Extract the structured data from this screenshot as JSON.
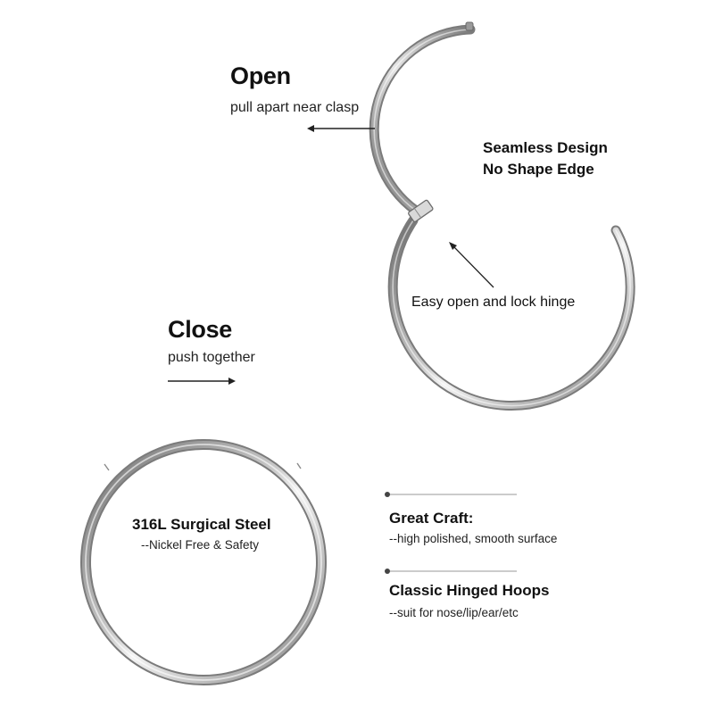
{
  "open": {
    "title": "Open",
    "hint": "pull apart near clasp"
  },
  "close": {
    "title": "Close",
    "hint": "push together"
  },
  "design": {
    "line1": "Seamless Design",
    "line2": "No Shape Edge"
  },
  "hinge": {
    "label": "Easy open and lock hinge"
  },
  "material": {
    "title": "316L Surgical Steel",
    "note": "--Nickel Free & Safety"
  },
  "features": [
    {
      "title": "Great Craft:",
      "desc": "--high polished, smooth surface"
    },
    {
      "title": "Classic Hinged Hoops",
      "desc": "--suit for nose/lip/ear/etc"
    }
  ],
  "colors": {
    "steel_dark": "#7a7a7a",
    "steel_mid": "#bdbdbd",
    "steel_light": "#f2f2f2",
    "text": "#111111",
    "rule": "#999999"
  }
}
